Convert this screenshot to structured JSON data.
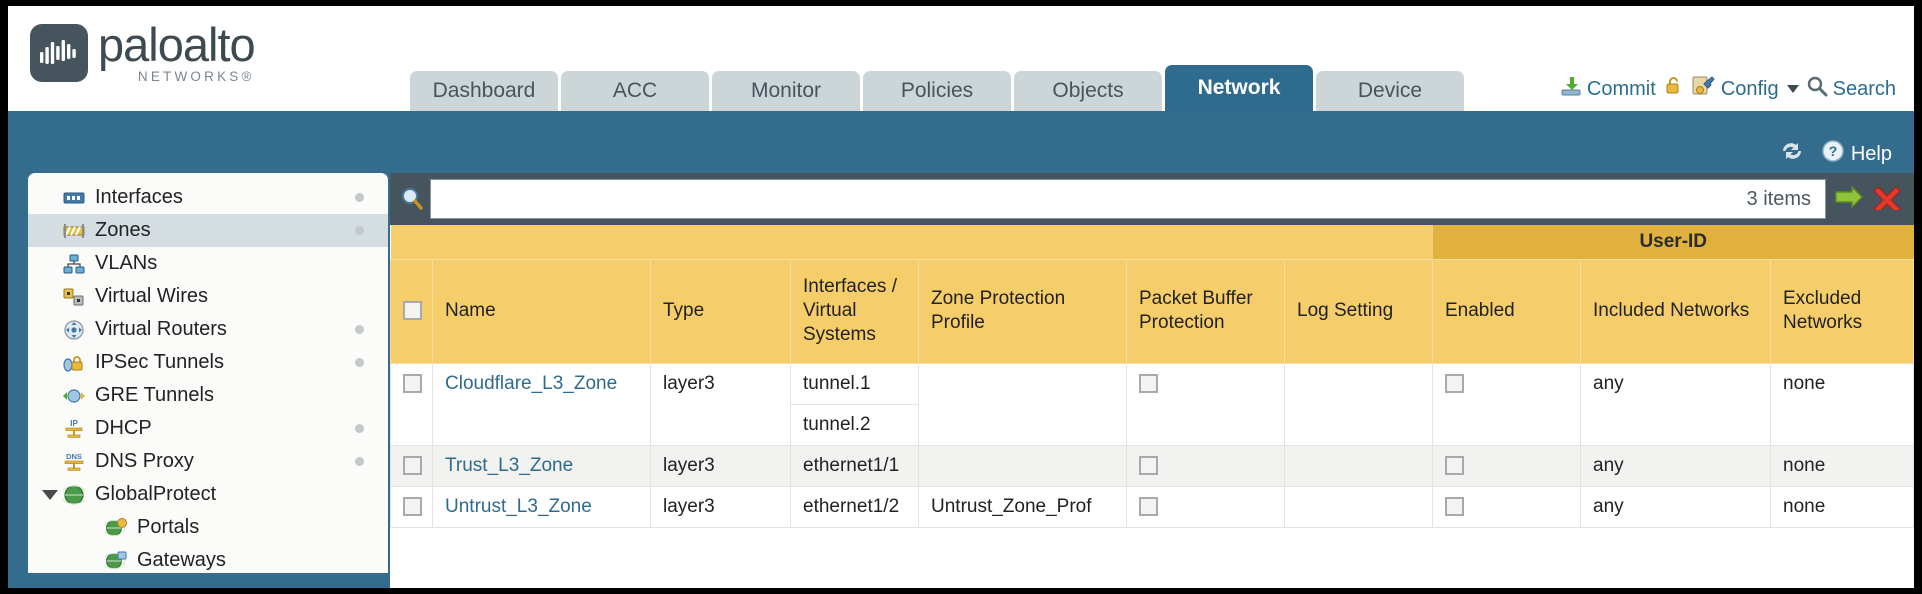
{
  "brand": {
    "name": "paloalto",
    "sub": "NETWORKS®"
  },
  "nav": {
    "tabs": [
      {
        "label": "Dashboard",
        "active": false
      },
      {
        "label": "ACC",
        "active": false
      },
      {
        "label": "Monitor",
        "active": false
      },
      {
        "label": "Policies",
        "active": false
      },
      {
        "label": "Objects",
        "active": false
      },
      {
        "label": "Network",
        "active": true
      },
      {
        "label": "Device",
        "active": false
      }
    ]
  },
  "utility": {
    "commit": "Commit",
    "config": "Config",
    "search": "Search"
  },
  "bluebar": {
    "help": "Help"
  },
  "sidebar": {
    "items": [
      {
        "label": "Interfaces",
        "icon": "interfaces-icon",
        "selected": false,
        "dot": true,
        "child": false,
        "expander": false
      },
      {
        "label": "Zones",
        "icon": "zones-icon",
        "selected": true,
        "dot": true,
        "child": false,
        "expander": false
      },
      {
        "label": "VLANs",
        "icon": "vlans-icon",
        "selected": false,
        "dot": false,
        "child": false,
        "expander": false
      },
      {
        "label": "Virtual Wires",
        "icon": "virtual-wires-icon",
        "selected": false,
        "dot": false,
        "child": false,
        "expander": false
      },
      {
        "label": "Virtual Routers",
        "icon": "virtual-routers-icon",
        "selected": false,
        "dot": true,
        "child": false,
        "expander": false
      },
      {
        "label": "IPSec Tunnels",
        "icon": "ipsec-tunnels-icon",
        "selected": false,
        "dot": true,
        "child": false,
        "expander": false
      },
      {
        "label": "GRE Tunnels",
        "icon": "gre-tunnels-icon",
        "selected": false,
        "dot": false,
        "child": false,
        "expander": false
      },
      {
        "label": "DHCP",
        "icon": "dhcp-icon",
        "selected": false,
        "dot": true,
        "child": false,
        "expander": false
      },
      {
        "label": "DNS Proxy",
        "icon": "dns-proxy-icon",
        "selected": false,
        "dot": true,
        "child": false,
        "expander": false
      },
      {
        "label": "GlobalProtect",
        "icon": "globalprotect-icon",
        "selected": false,
        "dot": false,
        "child": false,
        "expander": true
      },
      {
        "label": "Portals",
        "icon": "portals-icon",
        "selected": false,
        "dot": false,
        "child": true,
        "expander": false
      },
      {
        "label": "Gateways",
        "icon": "gateways-icon",
        "selected": false,
        "dot": false,
        "child": true,
        "expander": false
      }
    ]
  },
  "toolbar": {
    "search_value": "",
    "item_count": "3 items"
  },
  "table": {
    "group_header": "User-ID",
    "columns": [
      "Name",
      "Type",
      "Interfaces / Virtual Systems",
      "Zone Protection Profile",
      "Packet Buffer Protection",
      "Log Setting",
      "Enabled",
      "Included Networks",
      "Excluded Networks"
    ],
    "rows": [
      {
        "name": "Cloudflare_L3_Zone",
        "type": "layer3",
        "interfaces": [
          "tunnel.1",
          "tunnel.2"
        ],
        "zone_protection_profile": "",
        "packet_buffer_protection": false,
        "log_setting": "",
        "enabled": false,
        "included_networks": "any",
        "excluded_networks": "none"
      },
      {
        "name": "Trust_L3_Zone",
        "type": "layer3",
        "interfaces": [
          "ethernet1/1"
        ],
        "zone_protection_profile": "",
        "packet_buffer_protection": false,
        "log_setting": "",
        "enabled": false,
        "included_networks": "any",
        "excluded_networks": "none"
      },
      {
        "name": "Untrust_L3_Zone",
        "type": "layer3",
        "interfaces": [
          "ethernet1/2"
        ],
        "zone_protection_profile": "Untrust_Zone_Prof",
        "packet_buffer_protection": false,
        "log_setting": "",
        "enabled": false,
        "included_networks": "any",
        "excluded_networks": "none"
      }
    ]
  },
  "colors": {
    "header_blue": "#336c8c",
    "tab_active": "#2e6b8e",
    "table_header": "#f5ce6b",
    "table_group_header": "#e0b13c",
    "link": "#2e6b8e"
  }
}
